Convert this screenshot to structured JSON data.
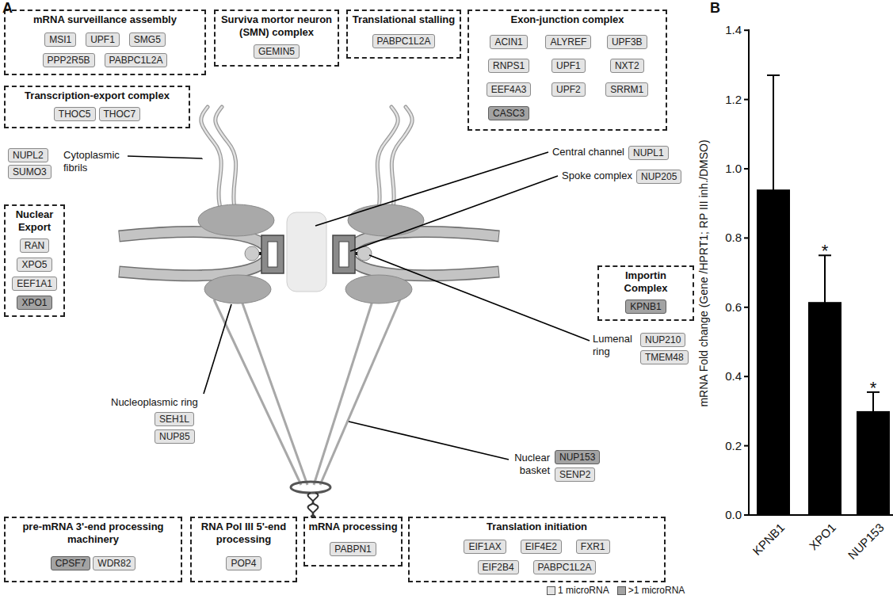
{
  "diagram": {
    "nodes": [
      {
        "text": [
          "mRNA surveillance assembly"
        ]
      },
      {
        "text": [
          "MSI1"
        ],
        "in": 0
      },
      {
        "text": [
          "UPF1"
        ],
        "in": 0
      },
      {
        "text": [
          "SMG5"
        ],
        "in": 0
      },
      {
        "text": [
          "PPP2R5B"
        ],
        "in": 0
      },
      {
        "text": [
          "PABPC1L2A"
        ],
        "in": 0
      },
      {
        "text": [
          "Surviva mortor neuron (SMN) complex"
        ]
      },
      {
        "text": [
          "GEMIN5"
        ],
        "in": 6
      },
      {
        "text": [
          "Translational stalling"
        ]
      },
      {
        "text": [
          "PABPC1L2A"
        ],
        "in": 8
      },
      {
        "text": [
          "Exon-junction complex"
        ]
      },
      {
        "text": [
          "ACIN1"
        ],
        "in": 10
      },
      {
        "text": [
          "ALYREF"
        ],
        "in": 10
      },
      {
        "text": [
          "UPF3B"
        ],
        "in": 10
      },
      {
        "text": [
          "RNPS1"
        ],
        "in": 10
      },
      {
        "text": [
          "UPF1"
        ],
        "in": 10
      },
      {
        "text": [
          "NXT2"
        ],
        "in": 10
      },
      {
        "text": [
          "EEF4A3"
        ],
        "in": 10
      },
      {
        "text": [
          "UPF2"
        ],
        "in": 10
      },
      {
        "text": [
          "SRRM1"
        ],
        "in": 10
      },
      {
        "text": [
          "CASC3"
        ],
        "in": 10
      },
      {
        "text": [
          "Transcription-export complex"
        ]
      },
      {
        "text": [
          "THOC5"
        ],
        "in": 21
      },
      {
        "text": [
          "THOC7"
        ],
        "in": 21
      },
      {
        "text": [
          "NUPL2"
        ]
      },
      {
        "text": [
          "SUMO3"
        ]
      },
      {
        "text": [
          "NUPL1"
        ]
      },
      {
        "text": [
          "NUP205"
        ]
      },
      {
        "text": [
          "Nuclear Export"
        ]
      },
      {
        "text": [
          "RAN"
        ],
        "in": 28
      },
      {
        "text": [
          "XPO5"
        ],
        "in": 28
      },
      {
        "text": [
          "EEF1A1"
        ],
        "in": 28
      },
      {
        "text": [
          "XPO1"
        ],
        "in": 28
      },
      {
        "text": [
          "Importin Complex"
        ]
      },
      {
        "text": [
          "KPNB1"
        ],
        "in": 33
      },
      {
        "text": [
          "NUP210"
        ]
      },
      {
        "text": [
          "TMEM48"
        ]
      },
      {
        "text": [
          "SEH1L"
        ]
      },
      {
        "text": [
          "NUP85"
        ]
      },
      {
        "text": [
          "NUP153"
        ]
      },
      {
        "text": [
          "SENP2"
        ]
      },
      {
        "text": [
          "pre-mRNA 3'-end processing machinery"
        ]
      },
      {
        "text": [
          "CPSF7"
        ],
        "in": 41
      },
      {
        "text": [
          "WDR82"
        ],
        "in": 41
      },
      {
        "text": [
          "RNA Pol III 5'-end processing"
        ]
      },
      {
        "text": [
          "POP4"
        ],
        "in": 44
      },
      {
        "text": [
          "mRNA processing"
        ]
      },
      {
        "text": [
          "PABPN1"
        ],
        "in": 46
      },
      {
        "text": [
          "Translation initiation"
        ]
      },
      {
        "text": [
          "EIF1AX"
        ],
        "in": 48
      },
      {
        "text": [
          "EIF4E2"
        ],
        "in": 48
      },
      {
        "text": [
          "FXR1"
        ],
        "in": 48
      },
      {
        "text": [
          "EIF2B4"
        ],
        "in": 48
      },
      {
        "text": [
          "PABPC1L2A"
        ],
        "in": 48
      }
    ],
    "labels": [
      "A",
      "Cytoplasmic fibrils",
      "Central channel",
      "Spoke complex",
      "Lumenal ring",
      "Nucleoplasmic ring",
      "Nuclear basket",
      "B",
      "1.4",
      "1.2",
      "1.0",
      "0.8",
      "0.6",
      "0.4",
      "0.2",
      "0.0",
      "mRNA Fold change (Gene /HPRT1; RP III inh./DMSO)",
      "KPNB1",
      "XPO1",
      "NUP153",
      "*",
      "*"
    ],
    "legend": [
      {
        "text": "1 microRNA",
        "color": "#e4e4e4"
      },
      {
        "text": ">1 microRNA",
        "color": "#a3a3a3"
      }
    ]
  }
}
